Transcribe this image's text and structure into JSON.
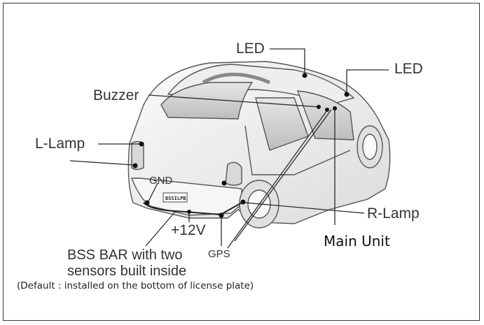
{
  "labels": {
    "led_top": "LED",
    "led_right": "LED",
    "buzzer": "Buzzer",
    "l_lamp": "L-Lamp",
    "r_lamp": "R-Lamp",
    "gnd": "GND",
    "plus12v": "+12V",
    "gps": "GPS",
    "main_unit": "Main Unit",
    "bss_bar_line1": "BSS BAR with two",
    "bss_bar_line2": "sensors built inside",
    "default_note": "(Default : installed on the bottom of license plate)"
  },
  "license_plate_text": "BSSILPB",
  "colors": {
    "line": "#2a2a2a",
    "car_outline": "#555555",
    "car_fill": "#f2f2f2",
    "dot": "#111111"
  }
}
